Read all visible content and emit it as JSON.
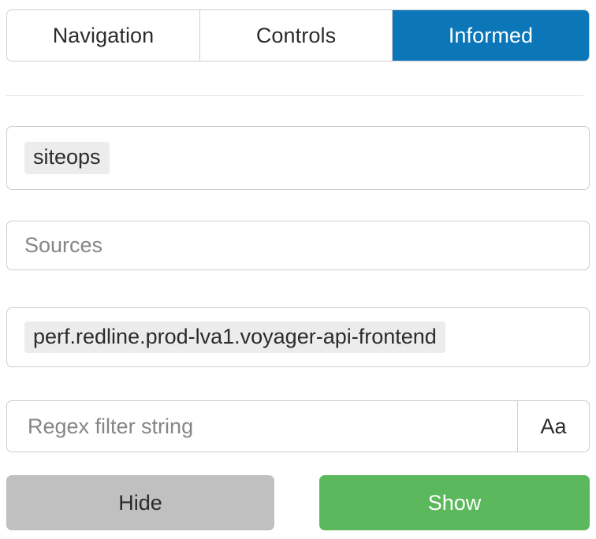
{
  "tabs": [
    {
      "id": "navigation",
      "label": "Navigation",
      "active": false
    },
    {
      "id": "controls",
      "label": "Controls",
      "active": false
    },
    {
      "id": "informed",
      "label": "Informed",
      "active": true
    }
  ],
  "fields": {
    "tags": {
      "name": "tags-field",
      "chips": [
        "siteops"
      ],
      "placeholder": ""
    },
    "sources": {
      "name": "sources-field",
      "value": "",
      "placeholder": "Sources"
    },
    "metric": {
      "name": "metric-field",
      "chips": [
        "perf.redline.prod-lva1.voyager-api-frontend"
      ],
      "placeholder": ""
    },
    "regex": {
      "name": "regex-filter-field",
      "value": "",
      "placeholder": "Regex filter string",
      "case_toggle_label": "Aa"
    }
  },
  "actions": {
    "hide_label": "Hide",
    "show_label": "Show"
  },
  "colors": {
    "accent_blue": "#0b77b8",
    "success_green": "#5cb85c",
    "neutral_gray": "#c0c0c0",
    "chip_bg": "#ececec",
    "border": "#cfcfcf",
    "placeholder_text": "#868686"
  }
}
